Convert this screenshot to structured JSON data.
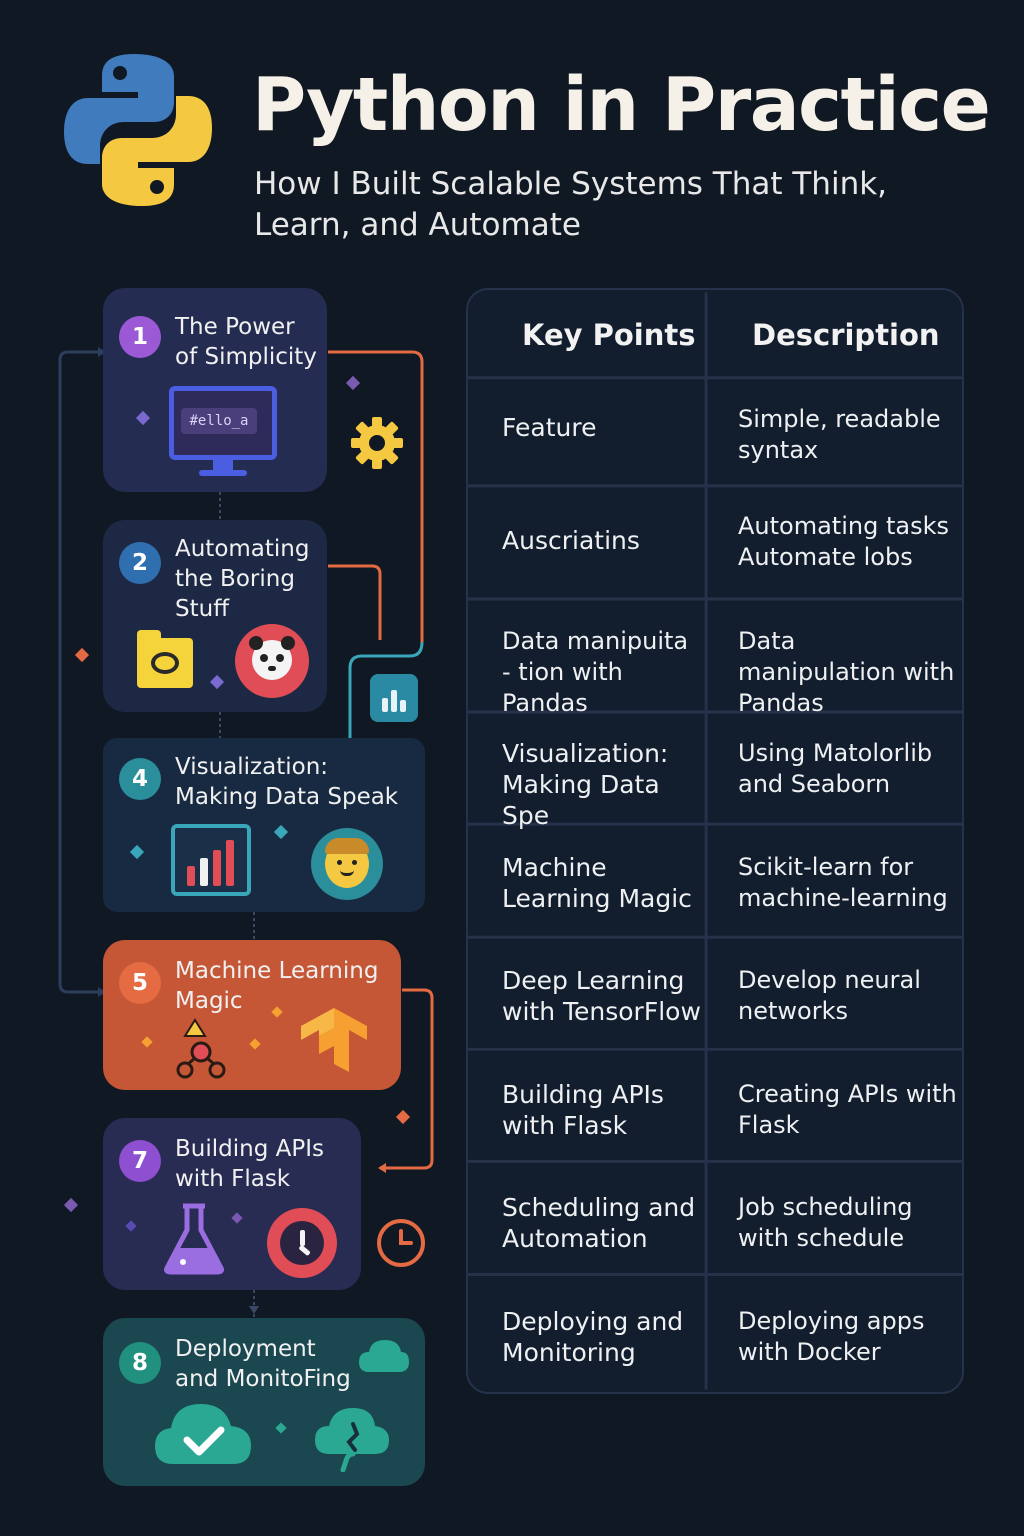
{
  "header": {
    "title": "Python in Practice",
    "subtitle": "How I Built Scalable Systems That Think, Learn, and Automate",
    "logo_icon": "python-logo-icon"
  },
  "steps": [
    {
      "number": "1",
      "label": "The Power of Simplicity",
      "screen_text": "#ello_a",
      "color": "#9b59d6",
      "icons": [
        "monitor-icon",
        "gear-icon"
      ]
    },
    {
      "number": "2",
      "label": "Automating the Boring Stuff",
      "color": "#2f6fb0",
      "icons": [
        "folder-icon",
        "panda-icon",
        "bar-chart-icon"
      ]
    },
    {
      "number": "4",
      "label": "Visualization: Making Data Speak",
      "color": "#2a8f9a",
      "icons": [
        "chart-icon",
        "face-icon"
      ]
    },
    {
      "number": "5",
      "label": "Machine Learning Magic",
      "color": "#e46b42",
      "icons": [
        "network-icon",
        "tensorflow-icon"
      ]
    },
    {
      "number": "7",
      "label": "Building APIs with Flask",
      "color": "#8e4fd0",
      "icons": [
        "flask-icon",
        "timer-icon",
        "clock-icon"
      ]
    },
    {
      "number": "8",
      "label": "Deployment and MonitoFing",
      "color": "#22907e",
      "icons": [
        "cloud-check-icon",
        "cloud-icon",
        "cloud-tool-icon"
      ]
    }
  ],
  "table": {
    "headers": [
      "Key Points",
      "Description"
    ],
    "rows": [
      {
        "key": "Feature",
        "desc": "Simple, readable syntax"
      },
      {
        "key": "Auscriatins",
        "desc": "Automating tasks Automate lobs"
      },
      {
        "key": "Data manipuita - tion with Pandas",
        "desc": "Data manipulation with Pandas"
      },
      {
        "key": "Visualization: Making Data Spe",
        "desc": "Using Matolorlib and Seaborn"
      },
      {
        "key": "Machine Learning Magic",
        "desc": "Scikit-learn for machine-learning"
      },
      {
        "key": "Deep Learning with TensorFlow",
        "desc": "Develop neural networks"
      },
      {
        "key": "Building APIs with Flask",
        "desc": "Creating APIs with Flask"
      },
      {
        "key": "Scheduling and Automation",
        "desc": "Job scheduling with schedule"
      },
      {
        "key": "Deploying and Monitoring",
        "desc": "Deploying apps with Docker"
      }
    ]
  },
  "colors": {
    "background": "#101824",
    "python_blue": "#3f7bbd",
    "python_yellow": "#f5c842",
    "accent_orange": "#e36a42",
    "accent_teal": "#3aa6b9"
  }
}
